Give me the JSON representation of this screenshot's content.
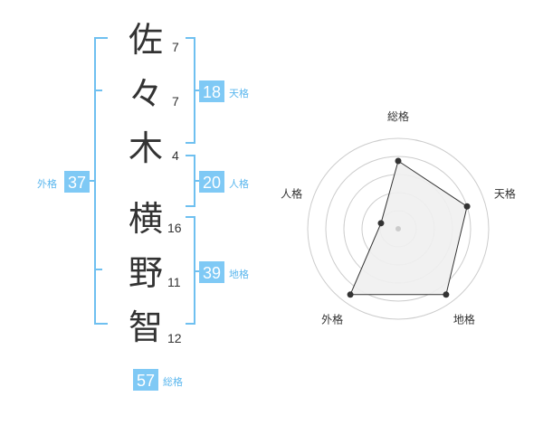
{
  "name": {
    "characters": [
      {
        "char": "佐",
        "strokes": "7"
      },
      {
        "char": "々",
        "strokes": "7"
      },
      {
        "char": "木",
        "strokes": "4"
      },
      {
        "char": "横",
        "strokes": "16"
      },
      {
        "char": "野",
        "strokes": "11"
      },
      {
        "char": "智",
        "strokes": "12"
      }
    ]
  },
  "fortunes": {
    "tenkaku": {
      "value": "18",
      "label": "天格"
    },
    "jinkaku": {
      "value": "20",
      "label": "人格"
    },
    "chikaku": {
      "value": "39",
      "label": "地格"
    },
    "gaikaku": {
      "value": "37",
      "label": "外格"
    },
    "soukaku": {
      "value": "57",
      "label": "総格"
    }
  },
  "chart_data": {
    "type": "radar",
    "axes": [
      "総格",
      "天格",
      "地格",
      "外格",
      "人格"
    ],
    "values": [
      0.75,
      0.8,
      0.9,
      0.9,
      0.2
    ],
    "max": 1,
    "rings": 5,
    "colors": {
      "fill": "#f0f0f0",
      "line": "#333333",
      "grid": "#cccccc"
    }
  }
}
